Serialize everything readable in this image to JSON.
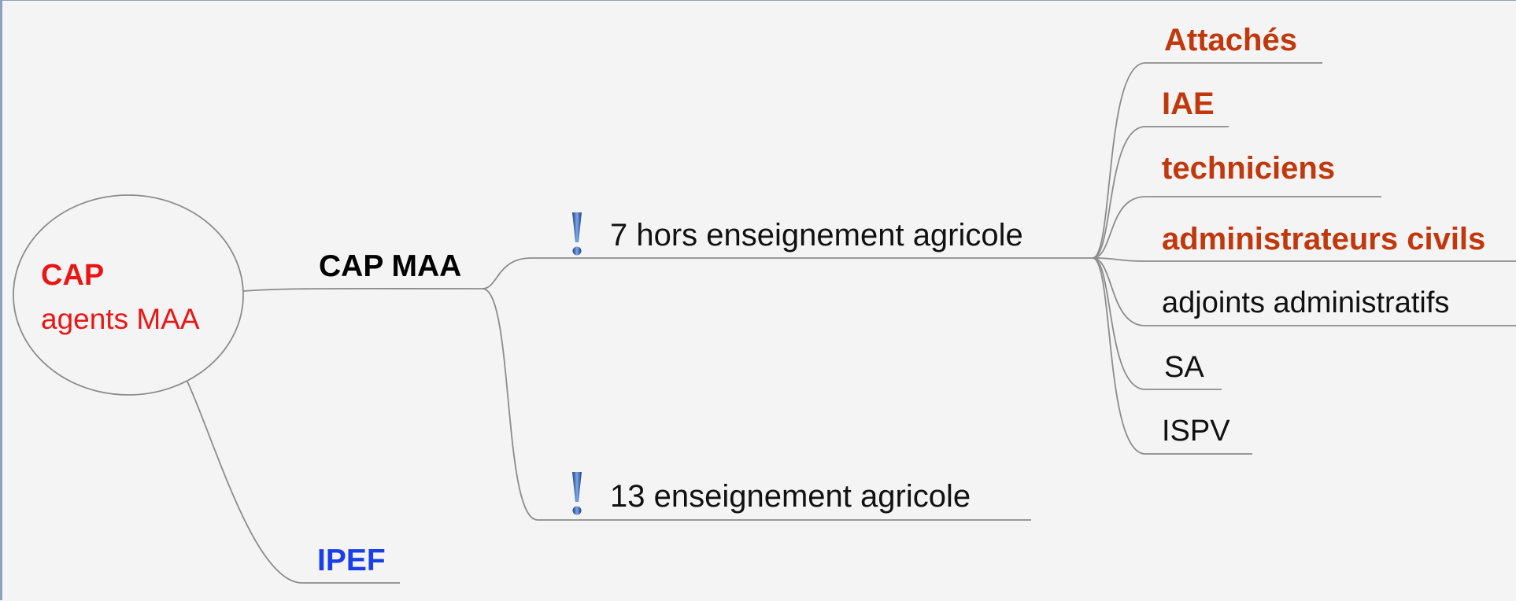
{
  "root": {
    "title": "CAP",
    "subtitle": "agents MAA"
  },
  "main_topic": "CAP MAA",
  "side_topic": "IPEF",
  "branches": [
    {
      "label": "7 hors enseignement agricole",
      "marker": "exclamation-icon"
    },
    {
      "label": "13 enseignement agricole",
      "marker": "exclamation-icon"
    }
  ],
  "leaves": [
    {
      "label": "Attachés",
      "emphasis": true
    },
    {
      "label": "IAE",
      "emphasis": true
    },
    {
      "label": "techniciens",
      "emphasis": true
    },
    {
      "label": "administrateurs civils",
      "emphasis": true
    },
    {
      "label": "adjoints administratifs",
      "emphasis": false
    },
    {
      "label": "SA",
      "emphasis": false
    },
    {
      "label": "ISPV",
      "emphasis": false
    }
  ],
  "colors": {
    "root_text": "#ea1616",
    "emphasis_text": "#c0380c",
    "ipef_text": "#1a3fe6",
    "connector": "#8c8c8c",
    "background": "#f4f4f4"
  }
}
